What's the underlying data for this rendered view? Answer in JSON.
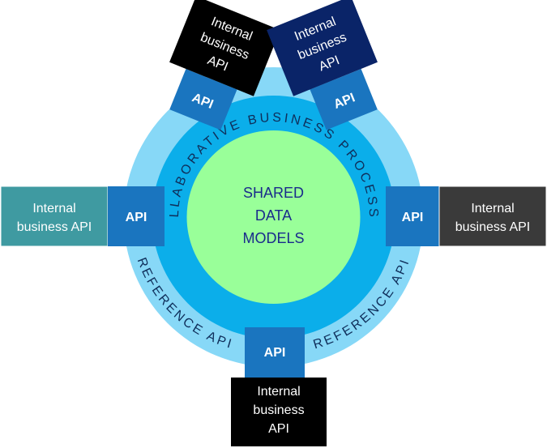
{
  "center": {
    "lines": [
      "SHARED",
      "DATA",
      "MODELS"
    ]
  },
  "rings": {
    "inner_label": "COLLABORATIVE BUSINESS PROCESSES",
    "outer_left_label": "REFERENCE API",
    "outer_right_label": "REFERENCE API"
  },
  "connectors": {
    "top_left": {
      "api": "API",
      "box_lines": [
        "Internal",
        "business",
        "API"
      ]
    },
    "top_right": {
      "api": "API",
      "box_lines": [
        "Internal",
        "business",
        "API"
      ]
    },
    "left": {
      "api": "API",
      "box_lines": [
        "Internal",
        "business API"
      ]
    },
    "right": {
      "api": "API",
      "box_lines": [
        "Internal",
        "business API"
      ]
    },
    "bottom": {
      "api": "API",
      "box_lines": [
        "Internal",
        "business",
        "API"
      ]
    }
  },
  "colors": {
    "outer_ring": "#87D8F7",
    "inner_ring": "#0BAEEA",
    "center": "#99FF99",
    "api_block": "#1A75BF",
    "box_top_left": "#000000",
    "box_top_right": "#0A2468",
    "box_left": "#3F9AA1",
    "box_right": "#3A3A3A",
    "box_bottom": "#000000"
  }
}
